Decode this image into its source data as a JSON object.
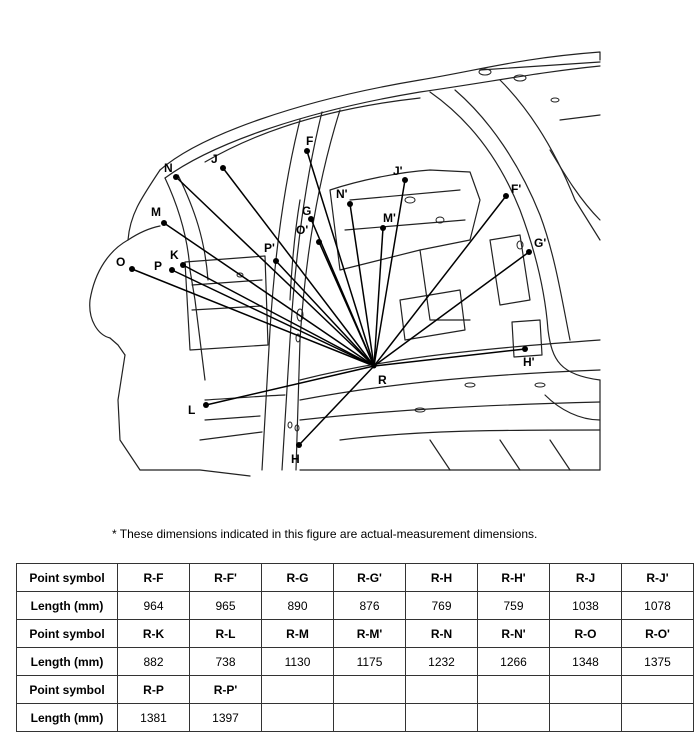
{
  "diagram": {
    "points": {
      "F": "F",
      "Fp": "F'",
      "G": "G",
      "Gp": "G'",
      "H": "H",
      "Hp": "H'",
      "J": "J",
      "Jp": "J'",
      "K": "K",
      "L": "L",
      "M": "M",
      "Mp": "M'",
      "N": "N",
      "Np": "N'",
      "O": "O",
      "Op": "O'",
      "P": "P",
      "Pp": "P'",
      "R": "R"
    }
  },
  "note": "*  These dimensions indicated in this figure are actual-measurement dimensions.",
  "table": {
    "row_header_symbol": "Point symbol",
    "row_header_length": "Length (mm)",
    "groups": [
      {
        "symbols": [
          "R-F",
          "R-F'",
          "R-G",
          "R-G'",
          "R-H",
          "R-H'",
          "R-J",
          "R-J'"
        ],
        "lengths": [
          "964",
          "965",
          "890",
          "876",
          "769",
          "759",
          "1038",
          "1078"
        ]
      },
      {
        "symbols": [
          "R-K",
          "R-L",
          "R-M",
          "R-M'",
          "R-N",
          "R-N'",
          "R-O",
          "R-O'"
        ],
        "lengths": [
          "882",
          "738",
          "1130",
          "1175",
          "1232",
          "1266",
          "1348",
          "1375"
        ]
      },
      {
        "symbols": [
          "R-P",
          "R-P'",
          "",
          "",
          "",
          "",
          "",
          ""
        ],
        "lengths": [
          "1381",
          "1397",
          "",
          "",
          "",
          "",
          "",
          ""
        ]
      }
    ]
  }
}
